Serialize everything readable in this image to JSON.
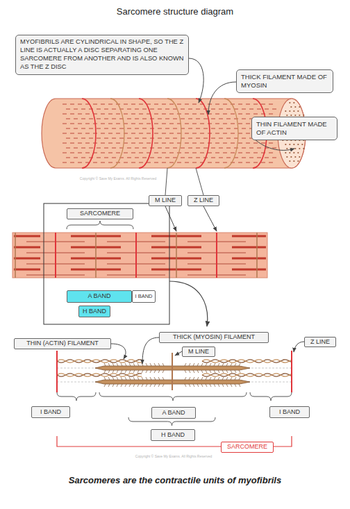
{
  "diagram": {
    "title": "Sarcomere structure diagram",
    "caption": "Sarcomeres are the contractile units of myofibrils",
    "nodes": [
      {
        "text": [
          "MYOFIBRILS ARE CYLINDRICAL IN SHAPE, SO THE Z LINE IS ACTUALLY A DISC SEPARATING ONE SARCOMERE FROM ANOTHER AND IS ALSO KNOWN AS THE Z DISC"
        ]
      },
      {
        "text": [
          "THICK FILAMENT MADE OF MYOSIN"
        ]
      },
      {
        "text": [
          "THIN FILAMENT MADE OF ACTIN"
        ]
      },
      {
        "text": [
          "M LINE"
        ]
      },
      {
        "text": [
          "Z LINE"
        ]
      },
      {
        "text": [
          "SARCOMERE"
        ]
      },
      {
        "text": [
          "A BAND"
        ]
      },
      {
        "text": [
          "I BAND"
        ]
      },
      {
        "text": [
          "H BAND"
        ]
      },
      {
        "text": [
          "THIN (ACTIN) FILAMENT"
        ]
      },
      {
        "text": [
          "THICK (MYOSIN) FILAMENT"
        ]
      },
      {
        "text": [
          "M LINE"
        ]
      },
      {
        "text": [
          "Z LINE"
        ]
      },
      {
        "text": [
          "I BAND"
        ]
      },
      {
        "text": [
          "A BAND"
        ]
      },
      {
        "text": [
          "I BAND"
        ]
      },
      {
        "text": [
          "H BAND"
        ]
      },
      {
        "text": [
          "SARCOMERE"
        ]
      }
    ],
    "labels": [
      "Copyright © Save My Exams. All Rights Reserved",
      "Copyright © Save My Exams. All Rights Reserved"
    ]
  }
}
